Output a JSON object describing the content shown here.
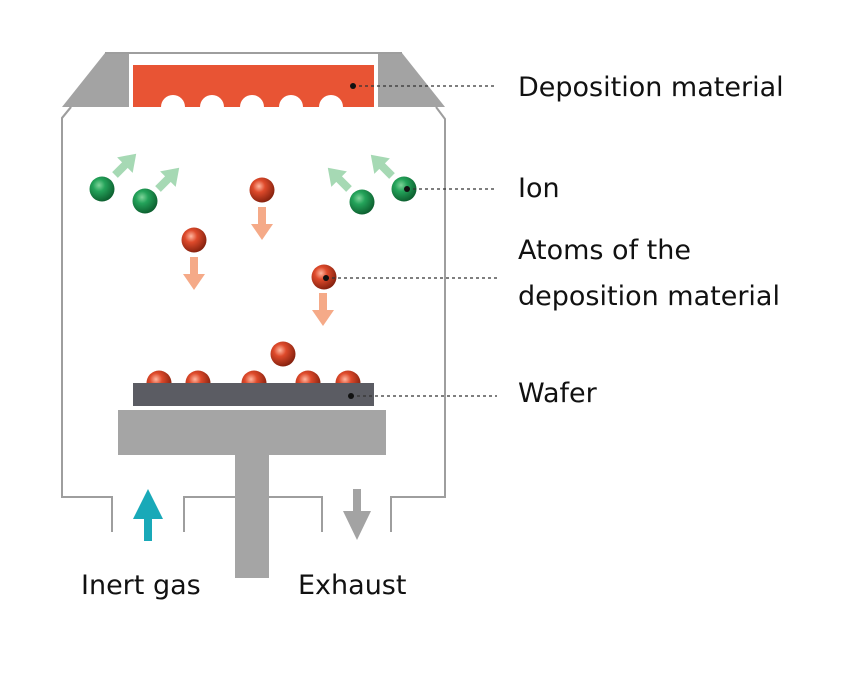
{
  "title": "Sputtering deposition chamber",
  "colors": {
    "chamber_line": "#9e9e9e",
    "chamber_fill": "#a3a3a3",
    "target": "#e85434",
    "wafer": "#5b5c63",
    "stage": "#a5a5a5",
    "ion": "#1f9a52",
    "ion_arrow": "#a6d9b4",
    "atom": "#d9462a",
    "atom_arrow": "#f5aa88",
    "inert_gas_arrow": "#19a9b8",
    "exhaust_arrow": "#a3a3a3",
    "leader": "#333333",
    "text": "#111111"
  },
  "labels": {
    "deposition_material": "Deposition material",
    "ion": "Ion",
    "atoms_line1": "Atoms of the",
    "atoms_line2": "deposition material",
    "wafer": "Wafer",
    "inert_gas": "Inert gas",
    "exhaust": "Exhaust"
  }
}
